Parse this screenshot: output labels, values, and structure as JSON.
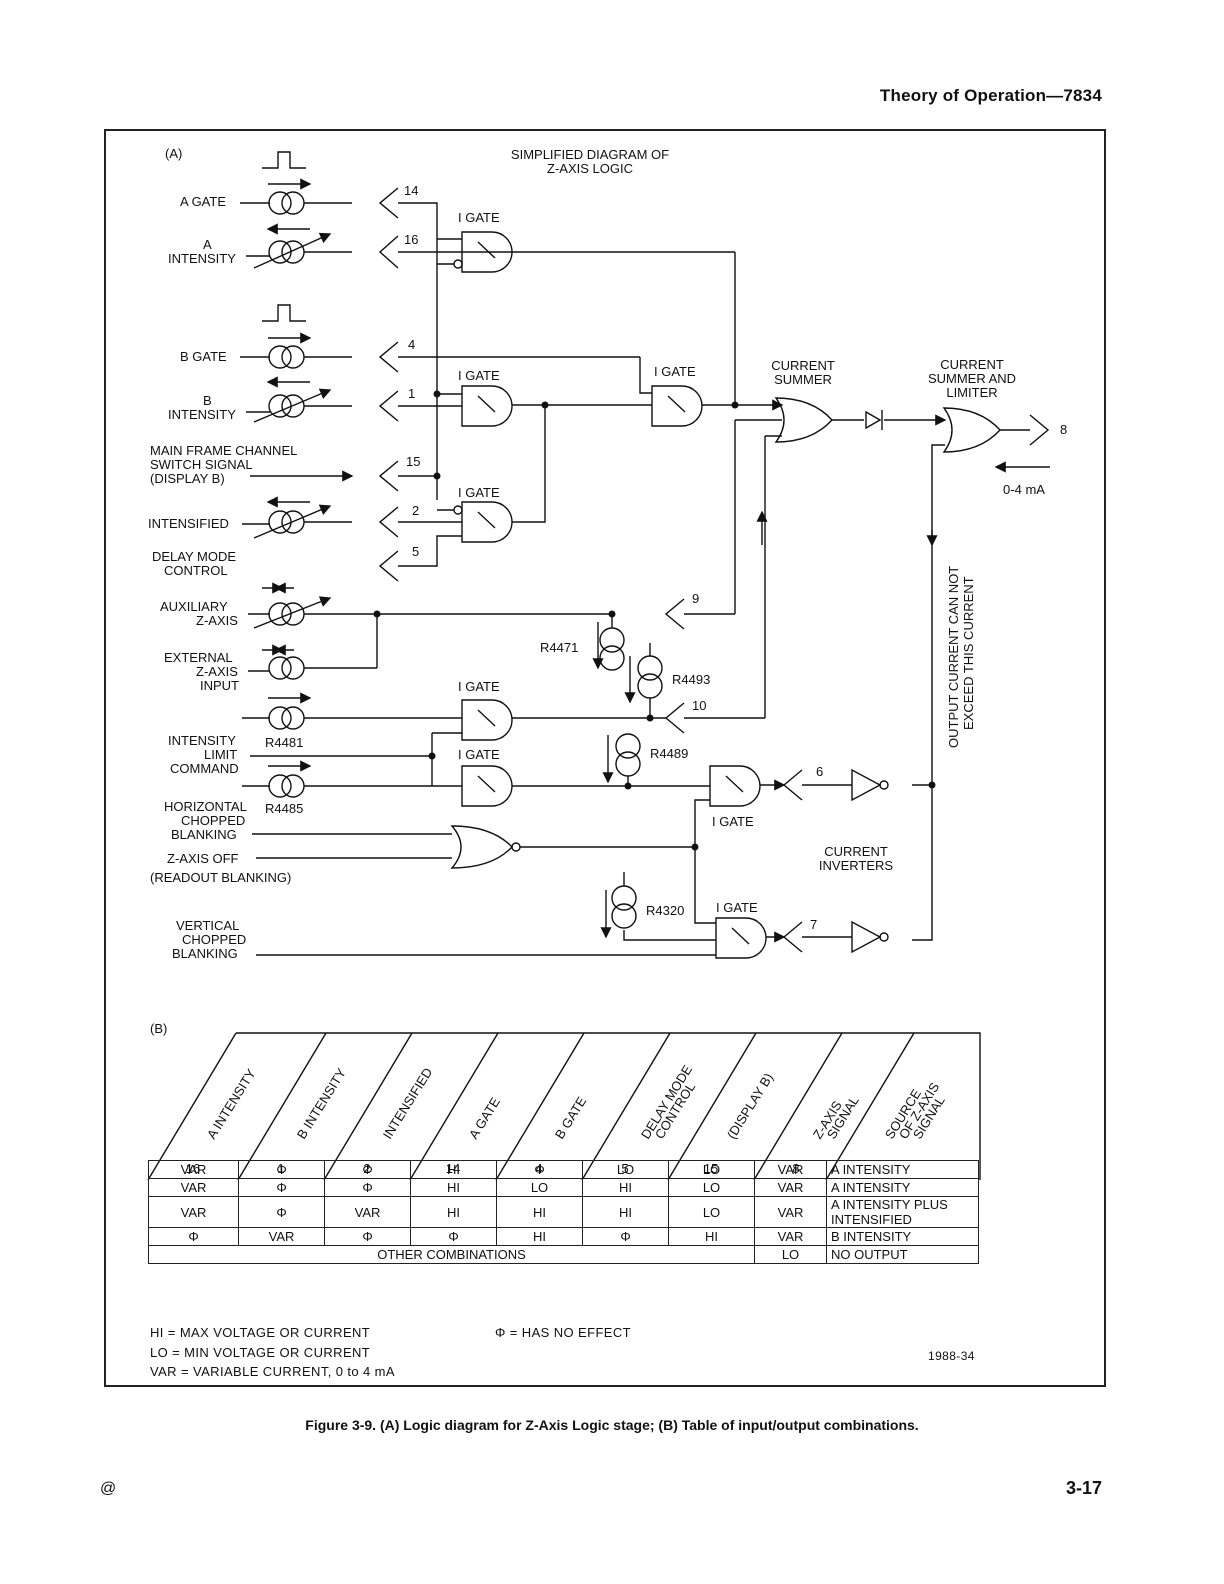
{
  "header": {
    "title": "Theory of Operation—7834"
  },
  "diagram": {
    "panel_a_label": "(A)",
    "panel_b_label": "(B)",
    "title_line1": "SIMPLIFIED DIAGRAM OF",
    "title_line2": "Z-AXIS LOGIC",
    "inputs": {
      "a_gate": "A GATE",
      "a_intensity_1": "A",
      "a_intensity_2": "INTENSITY",
      "b_gate": "B GATE",
      "b_intensity_1": "B",
      "b_intensity_2": "INTENSITY",
      "main_frame_1": "MAIN FRAME CHANNEL",
      "main_frame_2": "SWITCH SIGNAL",
      "main_frame_3": "(DISPLAY B)",
      "intensified": "INTENSIFIED",
      "delay_mode_1": "DELAY MODE",
      "delay_mode_2": "CONTROL",
      "auxiliary_1": "AUXILIARY",
      "auxiliary_2": "Z-AXIS",
      "external_1": "EXTERNAL",
      "external_2": "Z-AXIS",
      "external_3": "INPUT",
      "intensity_limit_1": "INTENSITY",
      "intensity_limit_2": "LIMIT",
      "intensity_limit_3": "COMMAND",
      "horizontal_1": "HORIZONTAL",
      "horizontal_2": "CHOPPED",
      "horizontal_3": "BLANKING",
      "zaxis_off_1": "Z-AXIS OFF",
      "zaxis_off_2": "(READOUT BLANKING)",
      "vertical_1": "VERTICAL",
      "vertical_2": "CHOPPED",
      "vertical_3": "BLANKING"
    },
    "pins": {
      "p14": "14",
      "p16": "16",
      "p4": "4",
      "p1": "1",
      "p15": "15",
      "p2": "2",
      "p5": "5",
      "p9": "9",
      "p10": "10",
      "p6": "6",
      "p7": "7",
      "p8": "8"
    },
    "gate_label": "I GATE",
    "components": {
      "r4481": "R4481",
      "r4485": "R4485",
      "r4471": "R4471",
      "r4493": "R4493",
      "r4489": "R4489",
      "r4320": "R4320"
    },
    "blocks": {
      "current_summer_1": "CURRENT",
      "current_summer_2": "SUMMER",
      "summer_limiter_1": "CURRENT",
      "summer_limiter_2": "SUMMER AND",
      "summer_limiter_3": "LIMITER",
      "range": "0-4 mA",
      "inverters_1": "CURRENT",
      "inverters_2": "INVERTERS",
      "vertical_note_1": "OUTPUT CURRENT CAN NOT",
      "vertical_note_2": "EXCEED THIS CURRENT"
    }
  },
  "table": {
    "column_headers": [
      [
        "A INTENSITY"
      ],
      [
        "B INTENSITY"
      ],
      [
        "INTENSIFIED"
      ],
      [
        "A GATE"
      ],
      [
        "B GATE"
      ],
      [
        "DELAY MODE",
        "CONTROL"
      ],
      [
        "(DISPLAY B)"
      ],
      [
        "Z-AXIS",
        "SIGNAL"
      ],
      [
        "SOURCE",
        "OF Z-AXIS",
        "SIGNAL"
      ]
    ],
    "pin_row": [
      "16",
      "1",
      "2",
      "14",
      "4",
      "5",
      "15",
      "8"
    ],
    "rows": [
      [
        "VAR",
        "Φ",
        "Φ",
        "HI",
        "Φ",
        "LO",
        "LO",
        "VAR",
        "A INTENSITY"
      ],
      [
        "VAR",
        "Φ",
        "Φ",
        "HI",
        "LO",
        "HI",
        "LO",
        "VAR",
        "A INTENSITY"
      ],
      [
        "VAR",
        "Φ",
        "VAR",
        "HI",
        "HI",
        "HI",
        "LO",
        "VAR",
        "A INTENSITY PLUS",
        "INTENSIFIED"
      ],
      [
        "Φ",
        "VAR",
        "Φ",
        "Φ",
        "HI",
        "Φ",
        "HI",
        "VAR",
        "B INTENSITY"
      ]
    ],
    "other_row": {
      "label": "OTHER COMBINATIONS",
      "signal": "LO",
      "source": "NO OUTPUT"
    }
  },
  "legend": {
    "hi": "HI = MAX VOLTAGE OR CURRENT",
    "lo": "LO = MIN VOLTAGE OR CURRENT",
    "var": "VAR = VARIABLE CURRENT, 0 to 4 mA",
    "phi": "Φ = HAS NO EFFECT",
    "code": "1988-34"
  },
  "caption": "Figure 3-9. (A) Logic diagram for Z-Axis Logic stage; (B) Table of input/output combinations.",
  "footer": {
    "mark": "@",
    "page_number": "3-17"
  }
}
